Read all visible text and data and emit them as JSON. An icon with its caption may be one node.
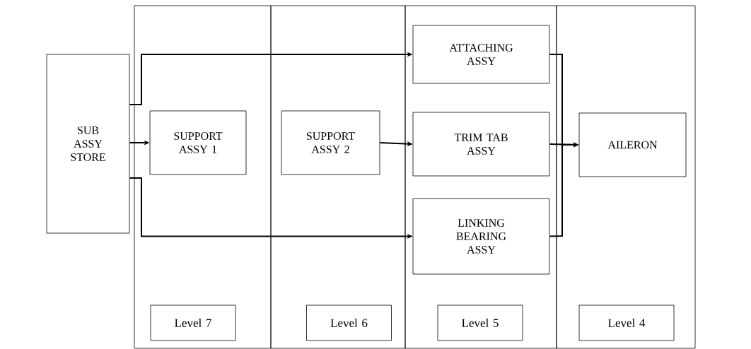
{
  "diagram": {
    "nodes": [
      {
        "text": [],
        "shape": "box"
      },
      {
        "text": [],
        "shape": "box"
      },
      {
        "text": [],
        "shape": "box"
      },
      {
        "text": [],
        "shape": "box"
      },
      {
        "text": [
          "SUB ASSY STORE"
        ]
      },
      {
        "text": [
          "SUPPORT ASSY 1"
        ],
        "in": 0
      },
      {
        "text": [
          "SUPPORT ASSY 2"
        ],
        "in": 1
      },
      {
        "text": [
          "ATTACHING ASSY"
        ],
        "in": 2
      },
      {
        "text": [
          "TRIM TAB ASSY"
        ],
        "in": 2
      },
      {
        "text": [
          "LINKING BEARING ASSY"
        ],
        "in": 2
      },
      {
        "text": [
          "AILERON"
        ],
        "in": 3
      },
      {
        "text": [
          "Level 7"
        ],
        "in": 0
      },
      {
        "text": [
          "Level 6"
        ],
        "in": 1
      },
      {
        "text": [
          "Level 5"
        ],
        "in": 2
      },
      {
        "text": [
          "Level 4"
        ],
        "in": 3
      }
    ],
    "edges": [
      {
        "from": 4,
        "to": 7,
        "arrow": "to"
      },
      {
        "from": 4,
        "to": 5,
        "arrow": "to"
      },
      {
        "from": 4,
        "to": 9,
        "arrow": "to"
      },
      {
        "from": 6,
        "to": 8,
        "arrow": "to"
      },
      {
        "from": 7,
        "to": 10,
        "arrow": "to"
      },
      {
        "from": 8,
        "to": 10,
        "arrow": "to"
      },
      {
        "from": 9,
        "to": 10,
        "arrow": "to"
      }
    ]
  }
}
